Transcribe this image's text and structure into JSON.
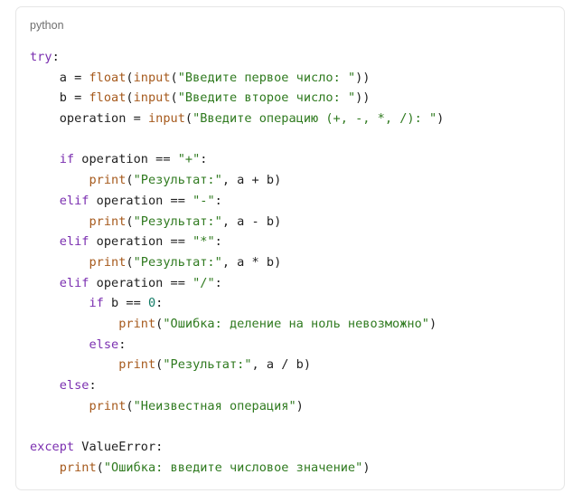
{
  "code_block": {
    "language": "python",
    "lines": [
      [
        {
          "t": "try",
          "c": "kw"
        },
        {
          "t": ":",
          "c": ""
        }
      ],
      [
        {
          "t": "    a = ",
          "c": ""
        },
        {
          "t": "float",
          "c": "fn"
        },
        {
          "t": "(",
          "c": ""
        },
        {
          "t": "input",
          "c": "fn"
        },
        {
          "t": "(",
          "c": ""
        },
        {
          "t": "\"Введите первое число: \"",
          "c": "str"
        },
        {
          "t": "))",
          "c": ""
        }
      ],
      [
        {
          "t": "    b = ",
          "c": ""
        },
        {
          "t": "float",
          "c": "fn"
        },
        {
          "t": "(",
          "c": ""
        },
        {
          "t": "input",
          "c": "fn"
        },
        {
          "t": "(",
          "c": ""
        },
        {
          "t": "\"Введите второе число: \"",
          "c": "str"
        },
        {
          "t": "))",
          "c": ""
        }
      ],
      [
        {
          "t": "    operation = ",
          "c": ""
        },
        {
          "t": "input",
          "c": "fn"
        },
        {
          "t": "(",
          "c": ""
        },
        {
          "t": "\"Введите операцию (+, -, *, /): \"",
          "c": "str"
        },
        {
          "t": ")",
          "c": ""
        }
      ],
      [],
      [
        {
          "t": "    ",
          "c": ""
        },
        {
          "t": "if",
          "c": "kw"
        },
        {
          "t": " operation == ",
          "c": ""
        },
        {
          "t": "\"+\"",
          "c": "str"
        },
        {
          "t": ":",
          "c": ""
        }
      ],
      [
        {
          "t": "        ",
          "c": ""
        },
        {
          "t": "print",
          "c": "fn"
        },
        {
          "t": "(",
          "c": ""
        },
        {
          "t": "\"Результат:\"",
          "c": "str"
        },
        {
          "t": ", a + b)",
          "c": ""
        }
      ],
      [
        {
          "t": "    ",
          "c": ""
        },
        {
          "t": "elif",
          "c": "kw"
        },
        {
          "t": " operation == ",
          "c": ""
        },
        {
          "t": "\"-\"",
          "c": "str"
        },
        {
          "t": ":",
          "c": ""
        }
      ],
      [
        {
          "t": "        ",
          "c": ""
        },
        {
          "t": "print",
          "c": "fn"
        },
        {
          "t": "(",
          "c": ""
        },
        {
          "t": "\"Результат:\"",
          "c": "str"
        },
        {
          "t": ", a - b)",
          "c": ""
        }
      ],
      [
        {
          "t": "    ",
          "c": ""
        },
        {
          "t": "elif",
          "c": "kw"
        },
        {
          "t": " operation == ",
          "c": ""
        },
        {
          "t": "\"*\"",
          "c": "str"
        },
        {
          "t": ":",
          "c": ""
        }
      ],
      [
        {
          "t": "        ",
          "c": ""
        },
        {
          "t": "print",
          "c": "fn"
        },
        {
          "t": "(",
          "c": ""
        },
        {
          "t": "\"Результат:\"",
          "c": "str"
        },
        {
          "t": ", a * b)",
          "c": ""
        }
      ],
      [
        {
          "t": "    ",
          "c": ""
        },
        {
          "t": "elif",
          "c": "kw"
        },
        {
          "t": " operation == ",
          "c": ""
        },
        {
          "t": "\"/\"",
          "c": "str"
        },
        {
          "t": ":",
          "c": ""
        }
      ],
      [
        {
          "t": "        ",
          "c": ""
        },
        {
          "t": "if",
          "c": "kw"
        },
        {
          "t": " b == ",
          "c": ""
        },
        {
          "t": "0",
          "c": "num"
        },
        {
          "t": ":",
          "c": ""
        }
      ],
      [
        {
          "t": "            ",
          "c": ""
        },
        {
          "t": "print",
          "c": "fn"
        },
        {
          "t": "(",
          "c": ""
        },
        {
          "t": "\"Ошибка: деление на ноль невозможно\"",
          "c": "str"
        },
        {
          "t": ")",
          "c": ""
        }
      ],
      [
        {
          "t": "        ",
          "c": ""
        },
        {
          "t": "else",
          "c": "kw"
        },
        {
          "t": ":",
          "c": ""
        }
      ],
      [
        {
          "t": "            ",
          "c": ""
        },
        {
          "t": "print",
          "c": "fn"
        },
        {
          "t": "(",
          "c": ""
        },
        {
          "t": "\"Результат:\"",
          "c": "str"
        },
        {
          "t": ", a / b)",
          "c": ""
        }
      ],
      [
        {
          "t": "    ",
          "c": ""
        },
        {
          "t": "else",
          "c": "kw"
        },
        {
          "t": ":",
          "c": ""
        }
      ],
      [
        {
          "t": "        ",
          "c": ""
        },
        {
          "t": "print",
          "c": "fn"
        },
        {
          "t": "(",
          "c": ""
        },
        {
          "t": "\"Неизвестная операция\"",
          "c": "str"
        },
        {
          "t": ")",
          "c": ""
        }
      ],
      [],
      [
        {
          "t": "except",
          "c": "kw"
        },
        {
          "t": " ValueError:",
          "c": ""
        }
      ],
      [
        {
          "t": "    ",
          "c": ""
        },
        {
          "t": "print",
          "c": "fn"
        },
        {
          "t": "(",
          "c": ""
        },
        {
          "t": "\"Ошибка: введите числовое значение\"",
          "c": "str"
        },
        {
          "t": ")",
          "c": ""
        }
      ]
    ]
  },
  "colors": {
    "keyword": "#7b2fb0",
    "function": "#a65a1d",
    "string": "#2f7a1f",
    "number": "#117a65",
    "text": "#1f1f1f",
    "label": "#6f6f6f",
    "border": "#e6e6e6"
  }
}
